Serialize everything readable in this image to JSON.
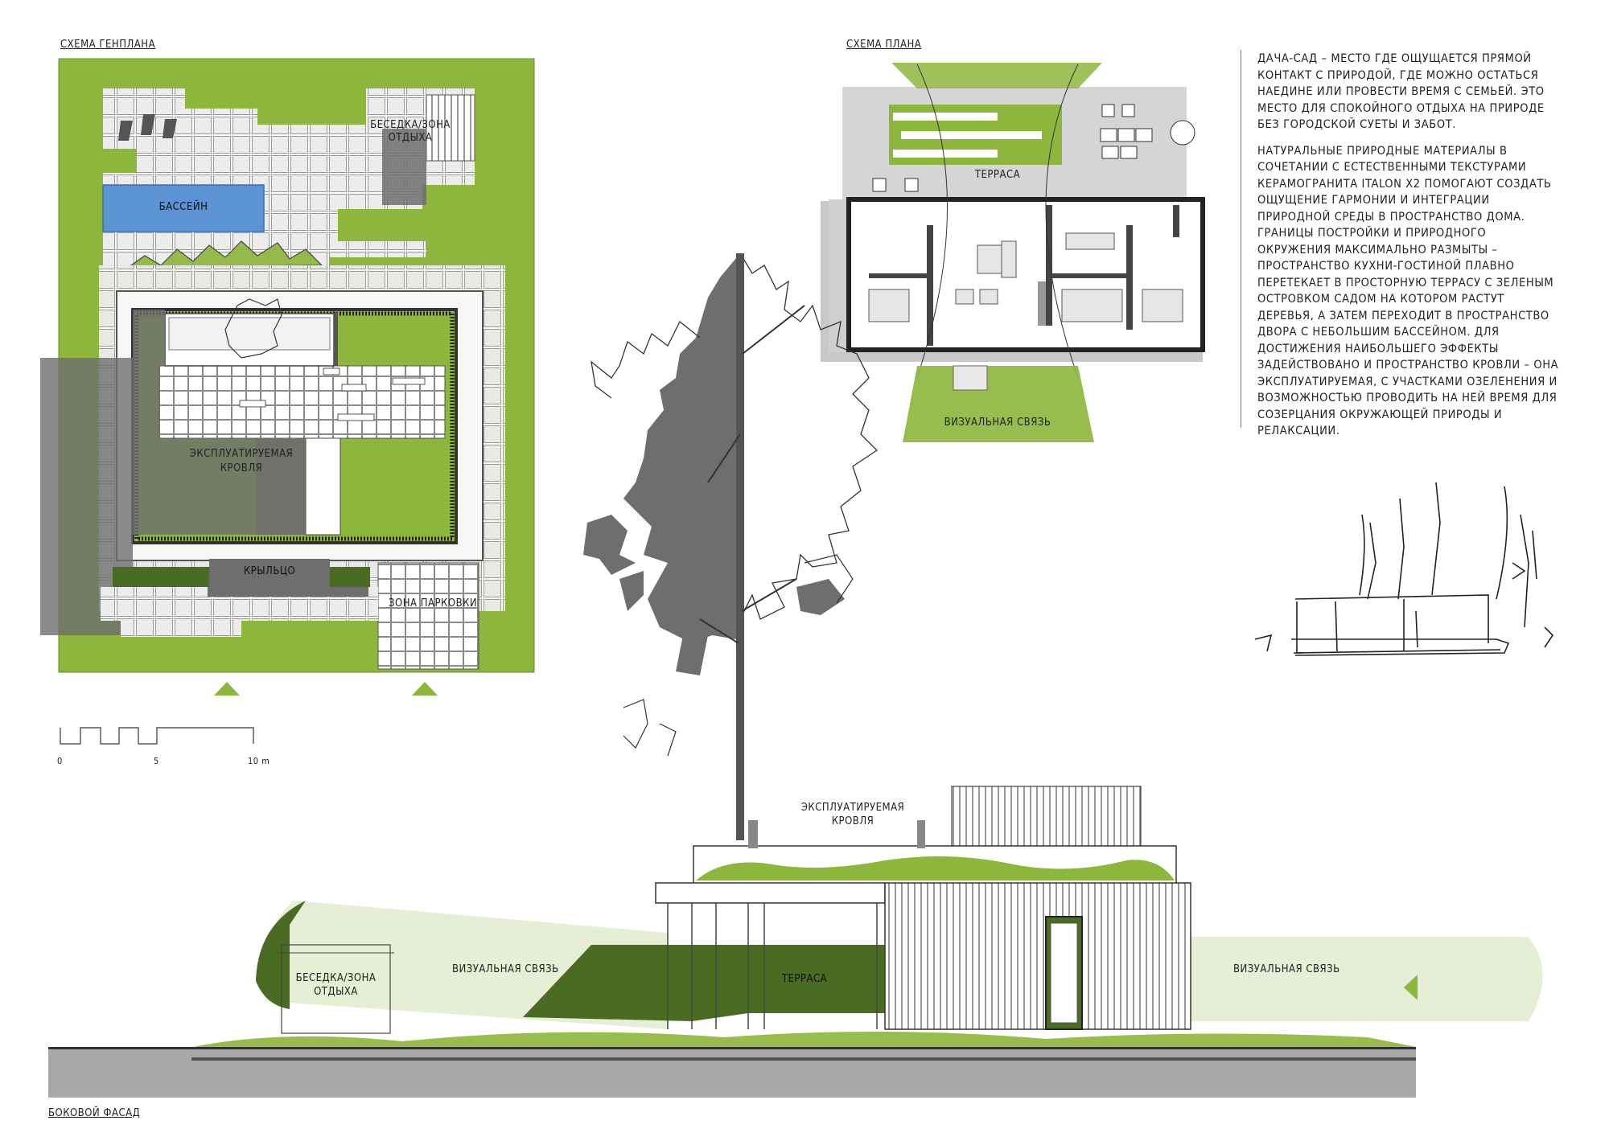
{
  "site_plan": {
    "title": "СХЕМА ГЕНПЛАНА",
    "gazebo": "БЕСЕДКА/ЗОНА ОТДЫХА",
    "gazebo_l1": "БЕСЕДКА/ЗОНА",
    "gazebo_l2": "ОТДЫХА",
    "pool": "БАССЕЙН",
    "roof_l1": "ЭКСПЛУАТИРУЕМАЯ",
    "roof_l2": "КРОВЛЯ",
    "porch": "КРЫЛЬЦО",
    "parking": "ЗОНА ПАРКОВКИ"
  },
  "scale_bar": {
    "ticks": [
      "0",
      "5",
      "10 m"
    ]
  },
  "floor_plan": {
    "title": "СХЕМА ПЛАНА",
    "terrace": "ТЕРРАСА",
    "visual_link": "ВИЗУАЛЬНАЯ СВЯЗЬ"
  },
  "description": {
    "p1": "ДАЧА-САД – МЕСТО ГДЕ ОЩУЩАЕТСЯ ПРЯМОЙ КОНТАКТ С ПРИРОДОЙ, ГДЕ МОЖНО ОСТАТЬСЯ НАЕДИНЕ ИЛИ ПРОВЕСТИ ВРЕМЯ С СЕМЬЕЙ. ЭТО МЕСТО ДЛЯ СПОКОЙНОГО ОТДЫХА НА ПРИРОДЕ БЕЗ ГОРОДСКОЙ СУЕТЫ И ЗАБОТ.",
    "p2": "НАТУРАЛЬНЫЕ ПРИРОДНЫЕ МАТЕРИАЛЫ В СОЧЕТАНИИ С ЕСТЕСТВЕННЫМИ ТЕКСТУРАМИ КЕРАМОГРАНИТА ITALON X2 ПОМОГАЮТ СОЗДАТЬ ОЩУЩЕНИЕ ГАРМОНИИ И ИНТЕГРАЦИИ ПРИРОДНОЙ СРЕДЫ В ПРОСТРАНСТВО ДОМА. ГРАНИЦЫ ПОСТРОЙКИ И ПРИРОДНОГО ОКРУЖЕНИЯ МАКСИМАЛЬНО РАЗМЫТЫ – ПРОСТРАНСТВО КУХНИ-ГОСТИНОЙ ПЛАВНО ПЕРЕТЕКАЕТ В ПРОСТОРНУЮ ТЕРРАСУ С ЗЕЛЕНЫМ ОСТРОВКОМ САДОМ НА КОТОРОМ РАСТУТ ДЕРЕВЬЯ, А ЗАТЕМ ПЕРЕХОДИТ В ПРОСТРАНСТВО ДВОРА С НЕБОЛЬШИМ БАССЕЙНОМ.  ДЛЯ ДОСТИЖЕНИЯ НАИБОЛЬШЕГО ЭФФЕКТЫ ЗАДЕЙСТВОВАНО И ПРОСТРАНСТВО КРОВЛИ – ОНА ЭКСПЛУАТИРУЕМАЯ, С УЧАСТКАМИ ОЗЕЛЕНЕНИЯ И ВОЗМОЖНОСТЬЮ ПРОВОДИТЬ НА НЕЙ ВРЕМЯ ДЛЯ СОЗЕРЦАНИЯ ОКРУЖАЮЩЕЙ ПРИРОДЫ И РЕЛАКСАЦИИ."
  },
  "elevation": {
    "title": "БОКОВОЙ ФАСАД",
    "roof_l1": "ЭКСПЛУАТИРУЕМАЯ",
    "roof_l2": "КРОВЛЯ",
    "gazebo_l1": "БЕСЕДКА/ЗОНА",
    "gazebo_l2": "ОТДЫХА",
    "visual_link": "ВИЗУАЛЬНАЯ СВЯЗЬ",
    "terrace": "ТЕРРАСА"
  },
  "colors": {
    "grass": "#8db63c",
    "dark_green": "#4a6b22",
    "light_green": "#e6eed5",
    "pool": "#5b93d3",
    "shadow_gray": "#6e6e6e",
    "paving": "#e8e8e8"
  }
}
